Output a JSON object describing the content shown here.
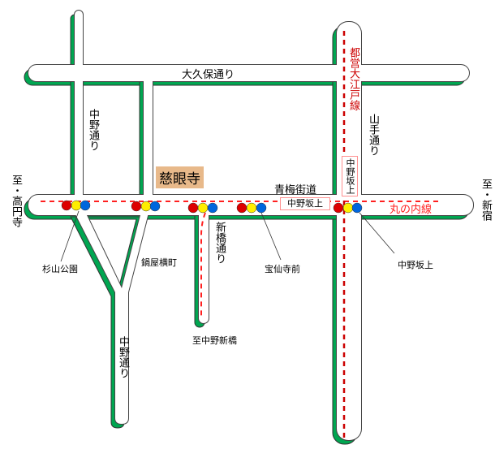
{
  "colors": {
    "road_shadow": "#00a651",
    "road_fill": "#ffffff",
    "marunouchi": "#ff2020",
    "oedo": "#cc0000",
    "temple_bg": "#e8b98a",
    "signal_red": "#dd0000",
    "signal_yellow": "#ffee00",
    "signal_blue": "#0066dd"
  },
  "roads": {
    "okubo": "大久保通り",
    "nakano_north": "中野通り",
    "nakano_south": "中野通り",
    "ome": "青梅街道",
    "yamate": "山手通り",
    "shinbashi": "新橋通り"
  },
  "destinations": {
    "koenji": "至・高円寺",
    "shinjuku": "至・新宿",
    "nakano_shinbashi": "至中野新橋"
  },
  "landmark": "慈眼寺",
  "lines": {
    "marunouchi": "丸の内線",
    "oedo": "都営大江戸線"
  },
  "stations": {
    "nakano_sakaue_h": "中野坂上",
    "nakano_sakaue_v": "中野坂上"
  },
  "bus_stops": {
    "suginami_koen": "杉山公園",
    "nabeya": "鍋屋横町",
    "hosenji": "宝仙寺前",
    "nakano_sakaue": "中野坂上"
  }
}
